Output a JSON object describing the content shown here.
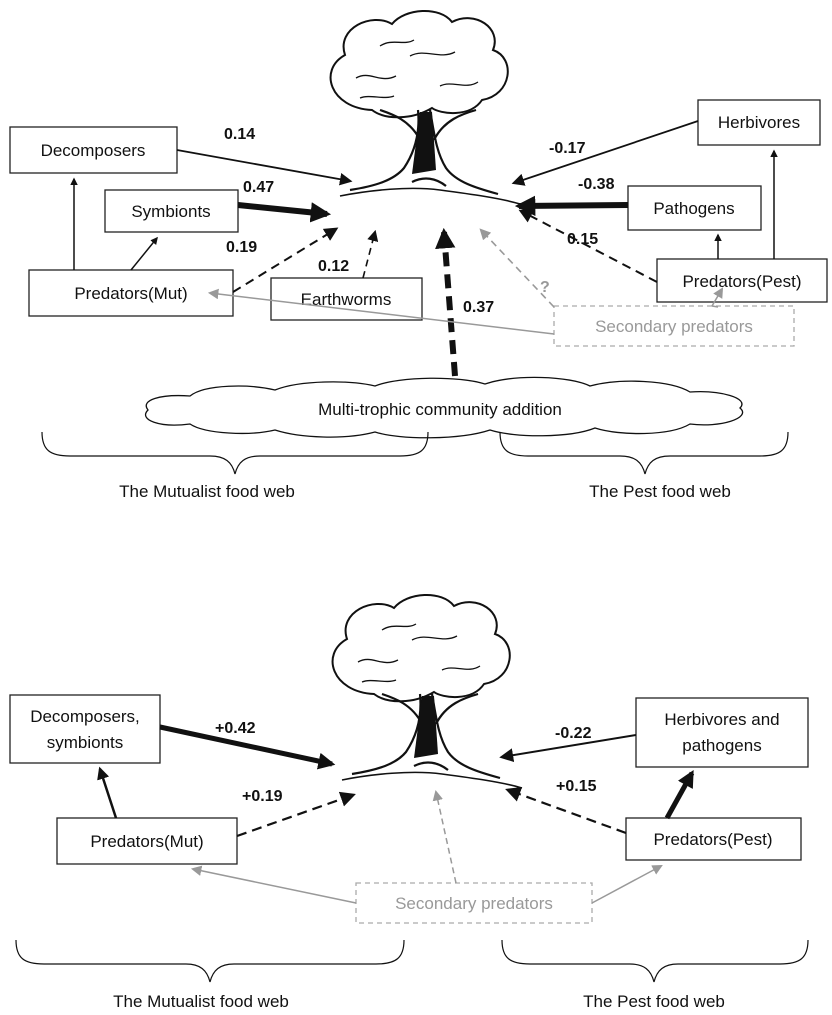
{
  "top_panel": {
    "nodes": {
      "decomposers": "Decomposers",
      "symbionts": "Symbionts",
      "predators_mut": "Predators(Mut)",
      "earthworms": "Earthworms",
      "herbivores": "Herbivores",
      "pathogens": "Pathogens",
      "predators_pest": "Predators(Pest)",
      "secondary_predators": "Secondary predators",
      "community_addition": "Multi-trophic community addition"
    },
    "weights": {
      "decomposers": "0.14",
      "symbionts": "0.47",
      "predators_mut": "0.19",
      "earthworms": "0.12",
      "community": "0.37",
      "herbivores": "-0.17",
      "pathogens": "-0.38",
      "predators_pest": "0.15",
      "secondary_unknown": "?"
    },
    "captions": {
      "mutualist": "The Mutualist food web",
      "pest": "The Pest food web"
    }
  },
  "bottom_panel": {
    "nodes": {
      "decomposers_symbionts_line1": "Decomposers,",
      "decomposers_symbionts_line2": "symbionts",
      "predators_mut": "Predators(Mut)",
      "herbivores_pathogens_line1": "Herbivores and",
      "herbivores_pathogens_line2": "pathogens",
      "predators_pest": "Predators(Pest)",
      "secondary_predators": "Secondary predators"
    },
    "weights": {
      "decomposers_symbionts": "+0.42",
      "predators_mut": "+0.19",
      "herbivores_pathogens": "-0.22",
      "predators_pest": "+0.15"
    },
    "captions": {
      "mutualist": "The Mutualist food web",
      "pest": "The Pest food web"
    }
  },
  "colors": {
    "main": "#111111",
    "secondary": "#999999"
  }
}
